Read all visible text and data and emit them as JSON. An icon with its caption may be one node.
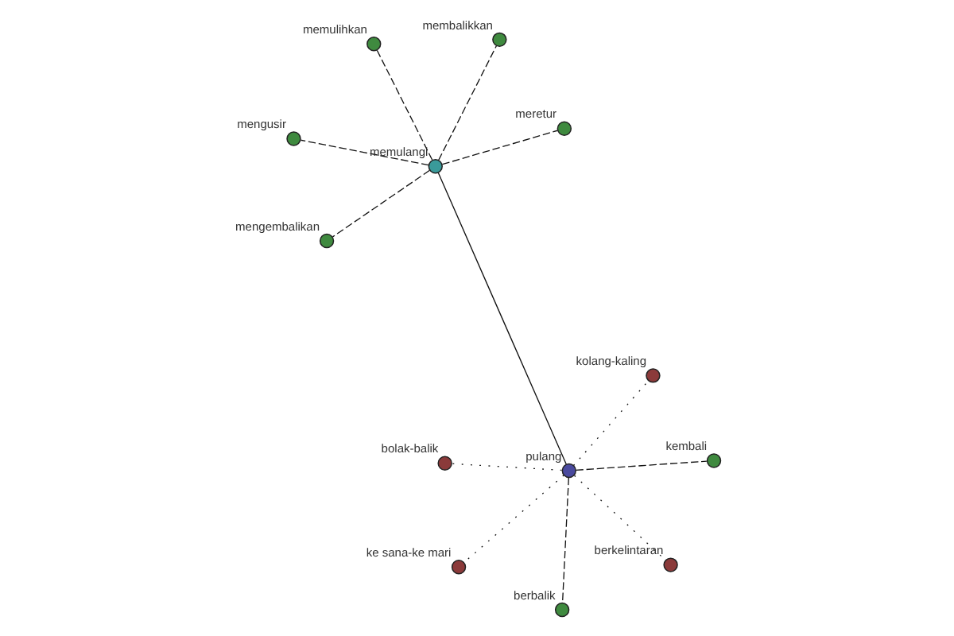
{
  "diagram": {
    "nodes": [
      {
        "text": [],
        "shape": "circle",
        "beside": [
          "mengusir"
        ]
      },
      {
        "text": [],
        "shape": "circle",
        "beside": [
          "meretur"
        ]
      },
      {
        "text": [],
        "shape": "circle",
        "beside": [
          "mengembalikan"
        ]
      },
      {
        "text": [],
        "shape": "circle",
        "beside": [
          "memulangi"
        ]
      },
      {
        "text": [],
        "shape": "circle",
        "beside": [
          "membalikkan"
        ]
      },
      {
        "text": [],
        "shape": "circle",
        "beside": [
          "memulihkan"
        ]
      },
      {
        "text": [],
        "shape": "circle",
        "beside": [
          "ke sana-ke mari"
        ]
      },
      {
        "text": [],
        "shape": "circle",
        "beside": [
          "kembali"
        ]
      },
      {
        "text": [],
        "shape": "circle",
        "beside": [
          "pulang"
        ]
      },
      {
        "text": [],
        "shape": "circle",
        "beside": [
          "berbalik"
        ]
      },
      {
        "text": [],
        "shape": "circle",
        "beside": [
          "berkelintaran"
        ]
      },
      {
        "text": [],
        "shape": "circle",
        "beside": [
          "bolak-balik"
        ]
      },
      {
        "text": [],
        "shape": "circle",
        "beside": [
          "kolang-kaling"
        ]
      }
    ],
    "edges": [
      {
        "from": 3,
        "to": 8,
        "arrow": "none"
      },
      {
        "from": 3,
        "to": 0,
        "arrow": "none",
        "style": "dashed"
      },
      {
        "from": 3,
        "to": 1,
        "arrow": "none",
        "style": "dashed"
      },
      {
        "from": 3,
        "to": 2,
        "arrow": "none",
        "style": "dashed"
      },
      {
        "from": 3,
        "to": 4,
        "arrow": "none",
        "style": "dashed"
      },
      {
        "from": 3,
        "to": 5,
        "arrow": "none",
        "style": "dashed"
      },
      {
        "from": 8,
        "to": 6,
        "arrow": "none",
        "style": "dashed"
      },
      {
        "from": 8,
        "to": 7,
        "arrow": "none",
        "style": "dashed"
      },
      {
        "from": 8,
        "to": 9,
        "arrow": "none",
        "style": "dashed"
      },
      {
        "from": 8,
        "to": 10,
        "arrow": "none",
        "style": "dashed"
      },
      {
        "from": 8,
        "to": 11,
        "arrow": "none",
        "style": "dashed"
      },
      {
        "from": 8,
        "to": 12,
        "arrow": "none",
        "style": "dashed"
      }
    ]
  }
}
